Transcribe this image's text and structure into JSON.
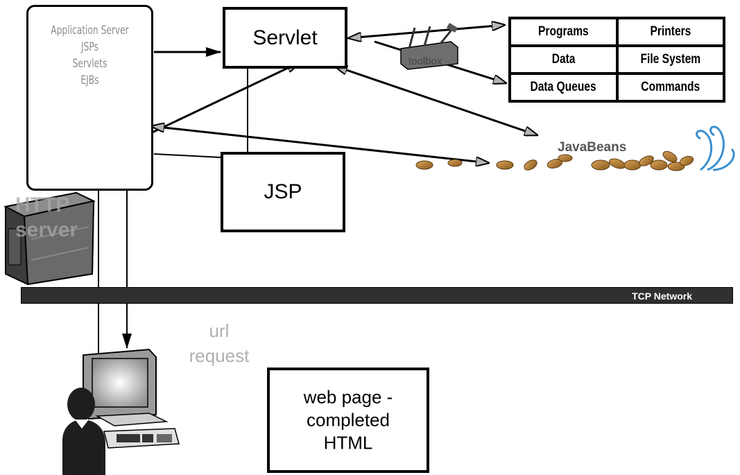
{
  "app_server": {
    "lines": [
      "Application Server",
      "JSPs",
      "Servlets",
      "EJBs"
    ]
  },
  "servlet": {
    "label": "Servlet"
  },
  "jsp": {
    "label": "JSP"
  },
  "toolbox": {
    "label": "toolbox"
  },
  "resources": [
    [
      "Programs",
      "Printers"
    ],
    [
      "Data",
      "File System"
    ],
    [
      "Data Queues",
      "Commands"
    ]
  ],
  "javabeans": {
    "label": "JavaBeans"
  },
  "http_server": {
    "lines": [
      "HTTP",
      "server"
    ]
  },
  "network": {
    "label": "TCP Network"
  },
  "url_request": {
    "lines": [
      "url",
      "request"
    ]
  },
  "web_page": {
    "lines": [
      "web page -",
      "completed",
      "HTML"
    ]
  },
  "colors": {
    "arrowhead_fill": "#b4b4b4",
    "label_gray": "#8c8c8c",
    "bean_brown": "#b07a2e",
    "network_bar": "#303030"
  },
  "icons": [
    "ejb-container-icon",
    "duke-icon",
    "toolbox-icon",
    "coffee-bean-icon",
    "java-cup-logo-icon",
    "http-server-machine-icon",
    "computer-monitor-icon",
    "user-person-icon"
  ]
}
